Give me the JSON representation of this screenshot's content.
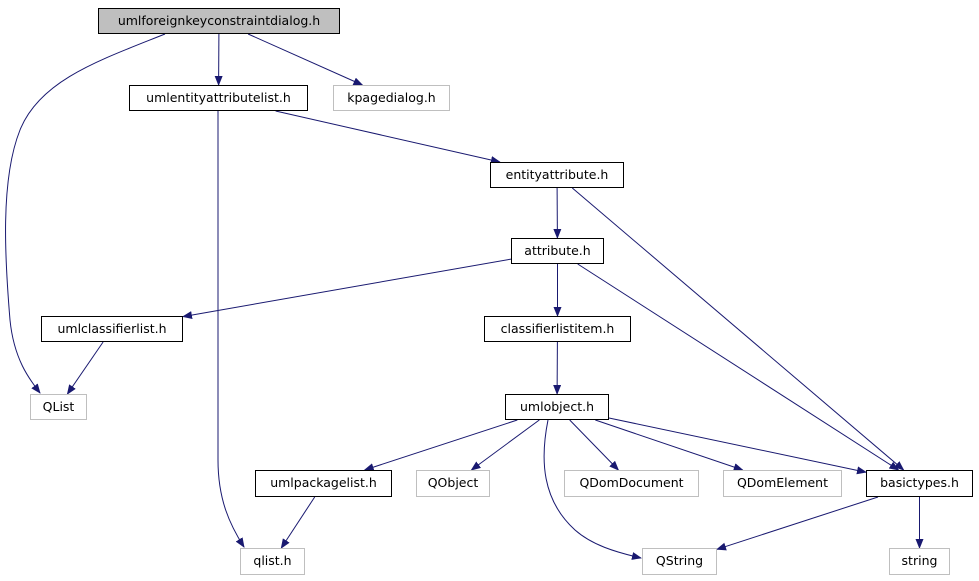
{
  "graph": {
    "edge_color": "#191970",
    "external_border_color": "#bfbfbf",
    "root_fill_color": "#bfbfbf",
    "nodes": {
      "umlforeignkeyconstraintdialog": "umlforeignkeyconstraintdialog.h",
      "umlentityattributelist": "umlentityattributelist.h",
      "kpagedialog": "kpagedialog.h",
      "entityattribute": "entityattribute.h",
      "attribute": "attribute.h",
      "umlclassifierlist": "umlclassifierlist.h",
      "classifierlistitem": "classifierlistitem.h",
      "qlist_cap": "QList",
      "umlobject": "umlobject.h",
      "umlpackagelist": "umlpackagelist.h",
      "qobject": "QObject",
      "qdomdocument": "QDomDocument",
      "qdomelement": "QDomElement",
      "basictypes": "basictypes.h",
      "qlist_h": "qlist.h",
      "qstring": "QString",
      "string": "string"
    },
    "external": [
      "kpagedialog",
      "qlist_cap",
      "qobject",
      "qdomdocument",
      "qdomelement",
      "qlist_h",
      "qstring",
      "string"
    ],
    "root": "umlforeignkeyconstraintdialog",
    "edges": [
      [
        "umlforeignkeyconstraintdialog",
        "umlentityattributelist"
      ],
      [
        "umlforeignkeyconstraintdialog",
        "kpagedialog"
      ],
      [
        "umlforeignkeyconstraintdialog",
        "qlist_cap"
      ],
      [
        "umlentityattributelist",
        "entityattribute"
      ],
      [
        "umlentityattributelist",
        "qlist_h"
      ],
      [
        "entityattribute",
        "attribute"
      ],
      [
        "entityattribute",
        "basictypes"
      ],
      [
        "attribute",
        "umlclassifierlist"
      ],
      [
        "attribute",
        "classifierlistitem"
      ],
      [
        "attribute",
        "basictypes"
      ],
      [
        "umlclassifierlist",
        "qlist_cap"
      ],
      [
        "classifierlistitem",
        "umlobject"
      ],
      [
        "umlobject",
        "umlpackagelist"
      ],
      [
        "umlobject",
        "qobject"
      ],
      [
        "umlobject",
        "qdomdocument"
      ],
      [
        "umlobject",
        "qdomelement"
      ],
      [
        "umlobject",
        "basictypes"
      ],
      [
        "umlobject",
        "qstring"
      ],
      [
        "umlpackagelist",
        "qlist_h"
      ],
      [
        "basictypes",
        "qstring"
      ],
      [
        "basictypes",
        "string"
      ]
    ]
  }
}
